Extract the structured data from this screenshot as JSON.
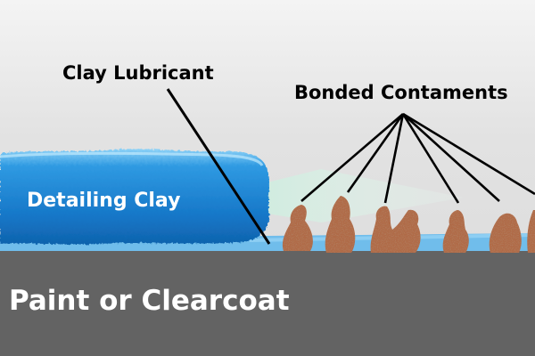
{
  "labels": {
    "clay_lubricant": "Clay Lubricant",
    "bonded_contaminants": "Bonded Contaments",
    "detailing_clay": "Detailing Clay",
    "paint": "Paint or Clearcoat"
  },
  "colors": {
    "clay": "#1e88d8",
    "clay_highlight": "#6cc4f5",
    "lubricant": "#64b9ec",
    "paint": "#636363",
    "contaminant": "#b06a46",
    "contaminant_shade": "#8a4c2e",
    "background": "#e4e4e4"
  }
}
